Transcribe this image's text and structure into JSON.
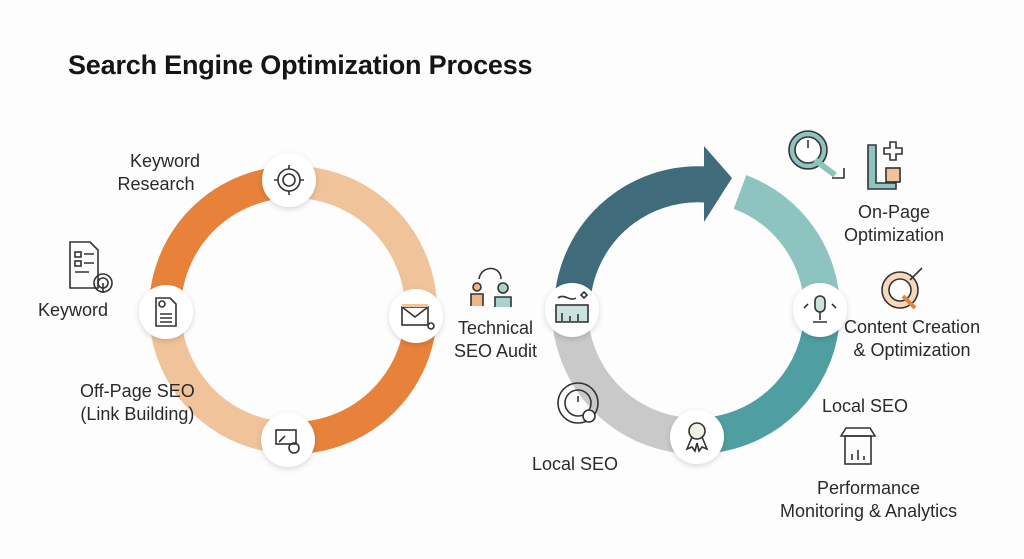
{
  "title": "Search Engine Optimization Process",
  "left_cycle": {
    "colors": {
      "dark": "#E8823A",
      "light": "#F0C39A"
    },
    "labels": {
      "keyword_research": [
        "Keyword",
        "Research"
      ],
      "keyword": "Keyword",
      "off_page": [
        "Off-Page SEO",
        "(Link Building)"
      ]
    }
  },
  "right_cycle": {
    "colors": {
      "dark": "#3F6B7B",
      "light_teal": "#8DC4BF",
      "teal": "#4F9EA1",
      "gray": "#C9C9C9"
    },
    "labels": {
      "technical": [
        "Technical",
        "SEO Audit"
      ],
      "on_page": [
        "On-Page",
        "Optimization"
      ],
      "content": [
        "Content Creation",
        "& Optimization"
      ],
      "local_seo_right": "Local SEO",
      "local_seo_left": "Local SEO",
      "performance": [
        "Performance",
        "Monitoring & Analytics"
      ]
    }
  }
}
